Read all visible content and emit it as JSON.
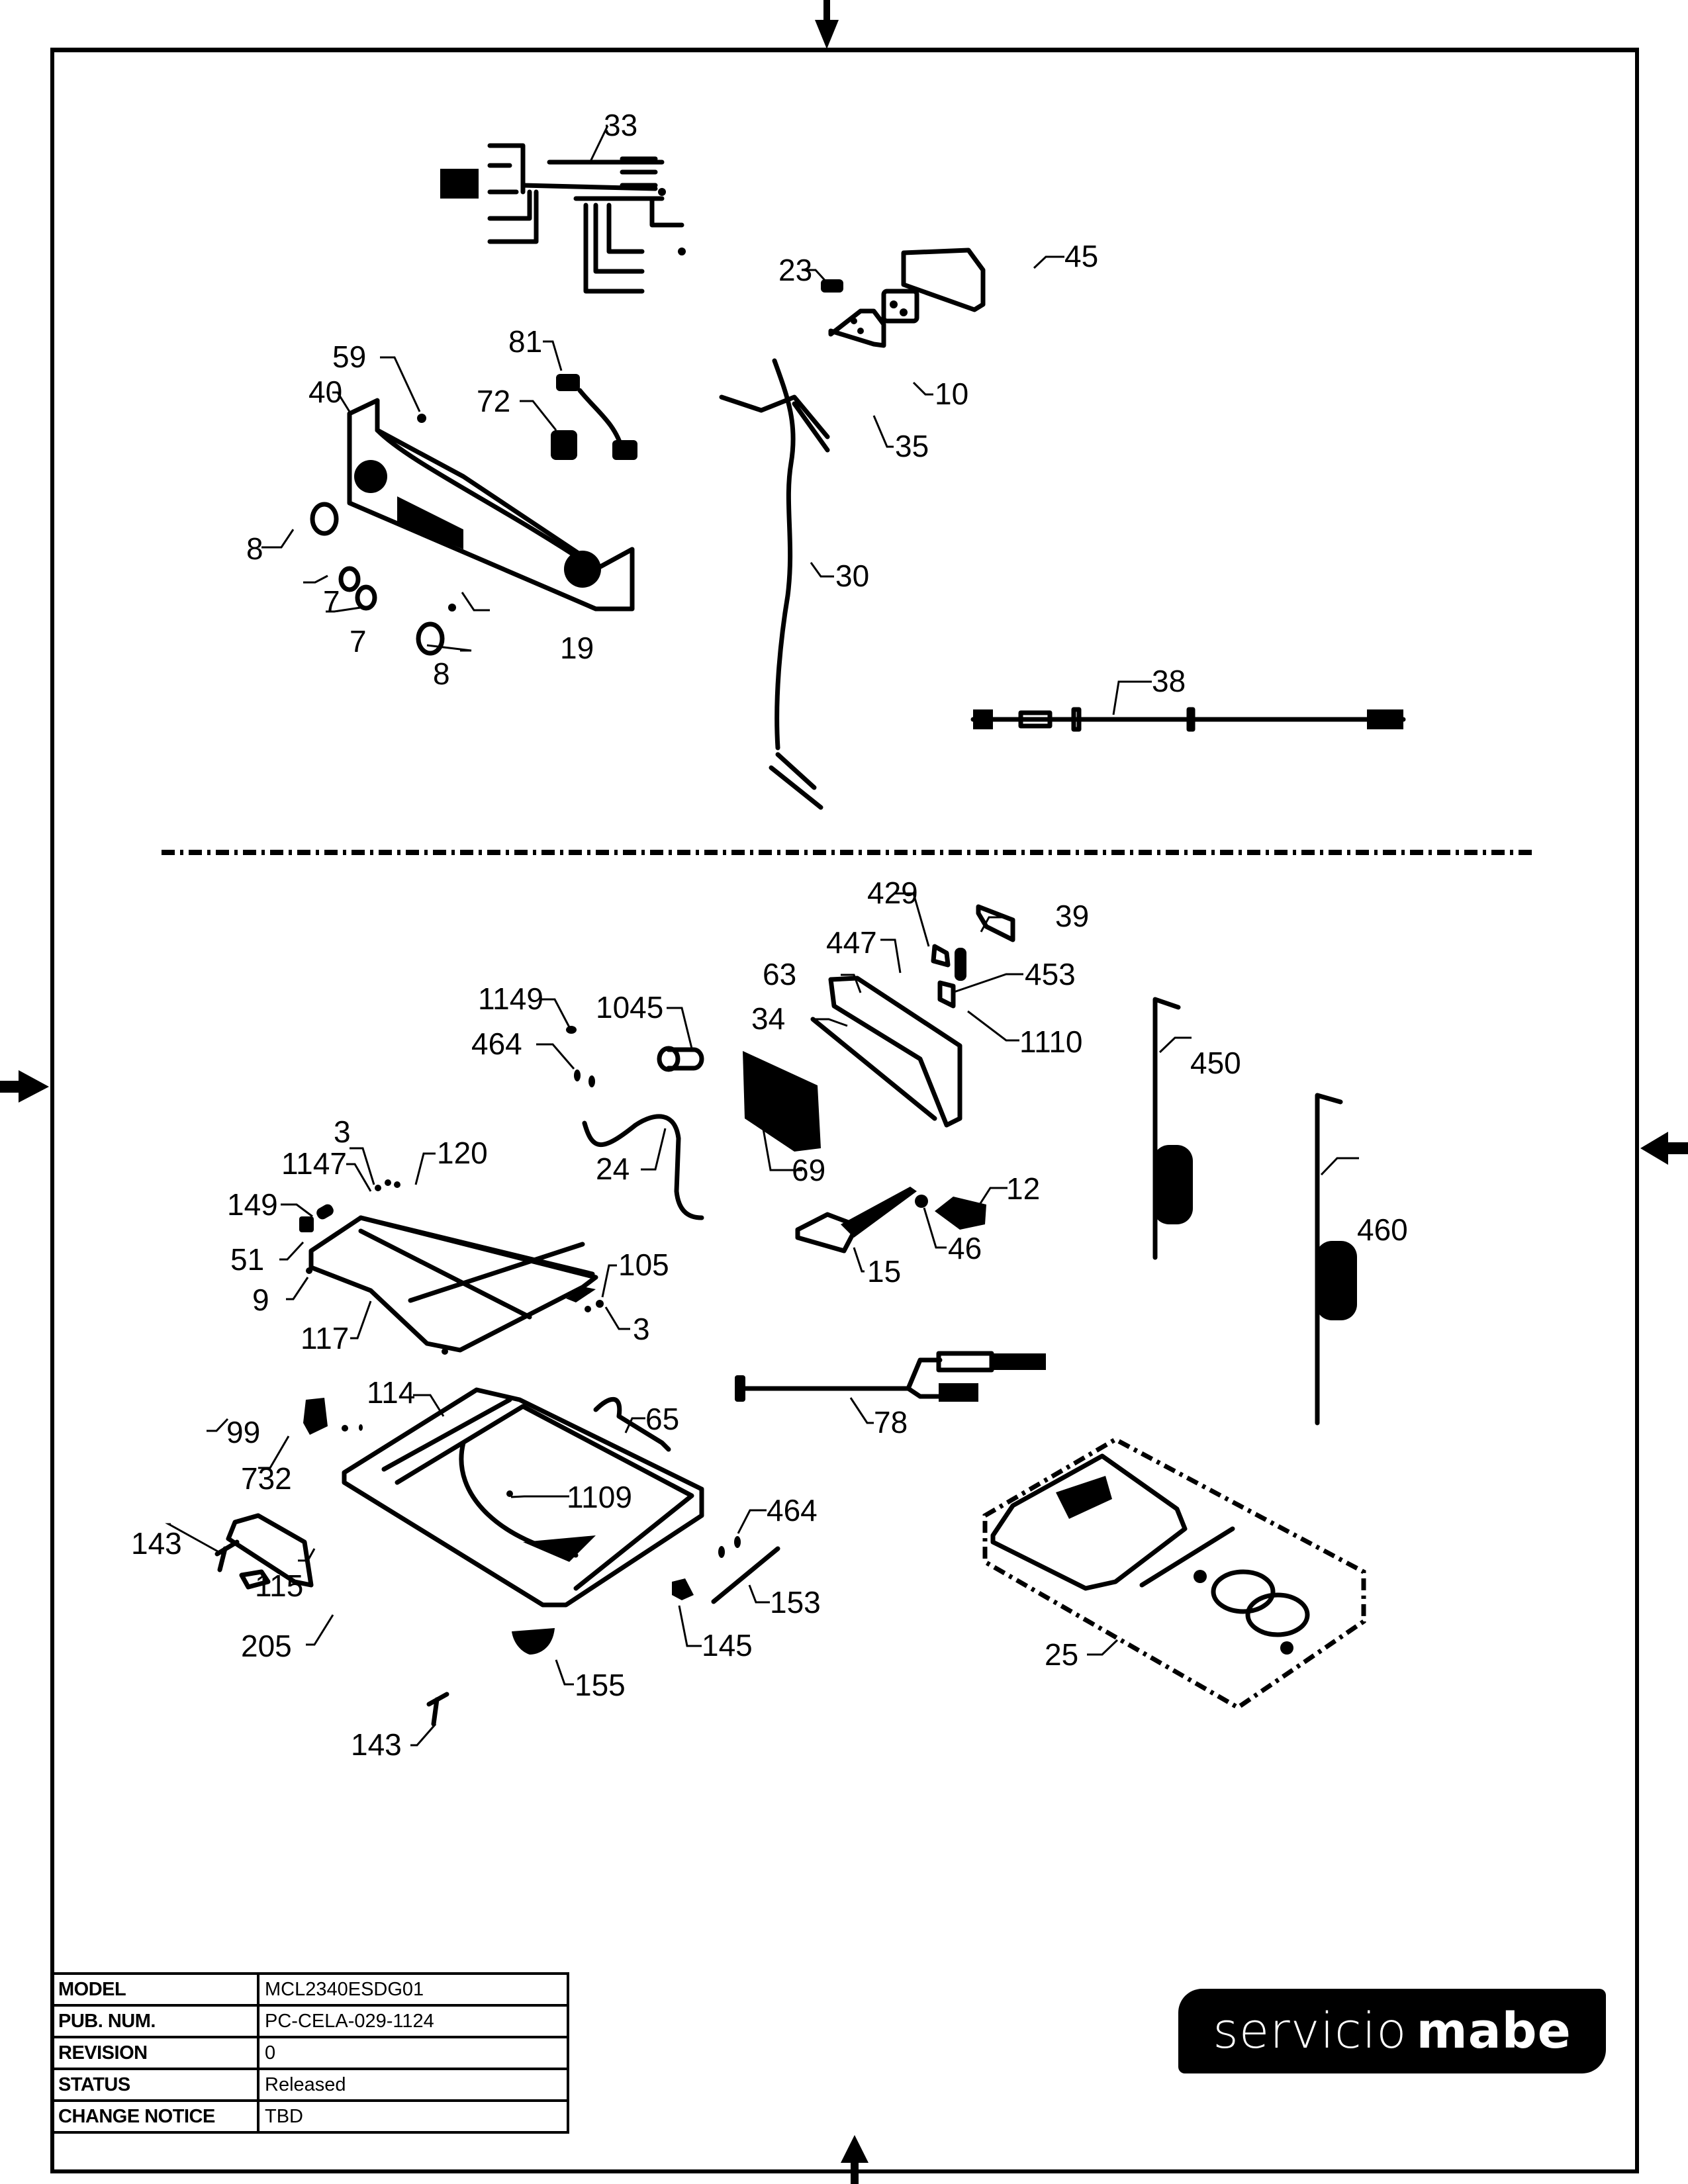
{
  "drawing": {
    "type": "exploded-parts-diagram",
    "upper_group_callouts": [
      "33",
      "23",
      "45",
      "59",
      "81",
      "40",
      "72",
      "10",
      "35",
      "8",
      "7",
      "7",
      "8",
      "19",
      "30",
      "38"
    ],
    "lower_group_callouts": [
      "429",
      "39",
      "447",
      "453",
      "63",
      "1149",
      "1045",
      "34",
      "1110",
      "464",
      "450",
      "24",
      "69",
      "3",
      "1147",
      "120",
      "12",
      "149",
      "46",
      "460",
      "51",
      "15",
      "105",
      "9",
      "3",
      "117",
      "78",
      "114",
      "99",
      "65",
      "732",
      "1109",
      "464",
      "143",
      "115",
      "153",
      "205",
      "145",
      "25",
      "155",
      "143"
    ]
  },
  "callouts": {
    "c33": "33",
    "c23": "23",
    "c45": "45",
    "c59": "59",
    "c81": "81",
    "c40": "40",
    "c72": "72",
    "c10": "10",
    "c35": "35",
    "c8a": "8",
    "c7a": "7",
    "c7b": "7",
    "c8b": "8",
    "c19": "19",
    "c30": "30",
    "c38": "38",
    "c429": "429",
    "c39": "39",
    "c447": "447",
    "c453": "453",
    "c63": "63",
    "c1149": "1149",
    "c1045": "1045",
    "c34": "34",
    "c1110": "1110",
    "c464a": "464",
    "c450": "450",
    "c24": "24",
    "c69": "69",
    "c3a": "3",
    "c1147": "1147",
    "c120": "120",
    "c12": "12",
    "c149": "149",
    "c46": "46",
    "c460": "460",
    "c51": "51",
    "c15": "15",
    "c105": "105",
    "c9": "9",
    "c3b": "3",
    "c117": "117",
    "c78": "78",
    "c114": "114",
    "c99": "99",
    "c65": "65",
    "c732": "732",
    "c1109": "1109",
    "c464b": "464",
    "c143a": "143",
    "c115": "115",
    "c153": "153",
    "c205": "205",
    "c145": "145",
    "c25": "25",
    "c155": "155",
    "c143b": "143"
  },
  "title_block": {
    "rows": [
      {
        "key": "MODEL",
        "value": "MCL2340ESDG01"
      },
      {
        "key": "PUB. NUM.",
        "value": "PC-CELA-029-1124"
      },
      {
        "key": "REVISION",
        "value": "0"
      },
      {
        "key": "STATUS",
        "value": "Released"
      },
      {
        "key": "CHANGE NOTICE",
        "value": "TBD"
      }
    ]
  },
  "logo": {
    "part1": "servicio",
    "part2": "mabe"
  },
  "markers": {
    "icons": [
      "arrow-down-icon",
      "arrow-right-icon",
      "arrow-left-icon",
      "arrow-up-icon"
    ]
  }
}
